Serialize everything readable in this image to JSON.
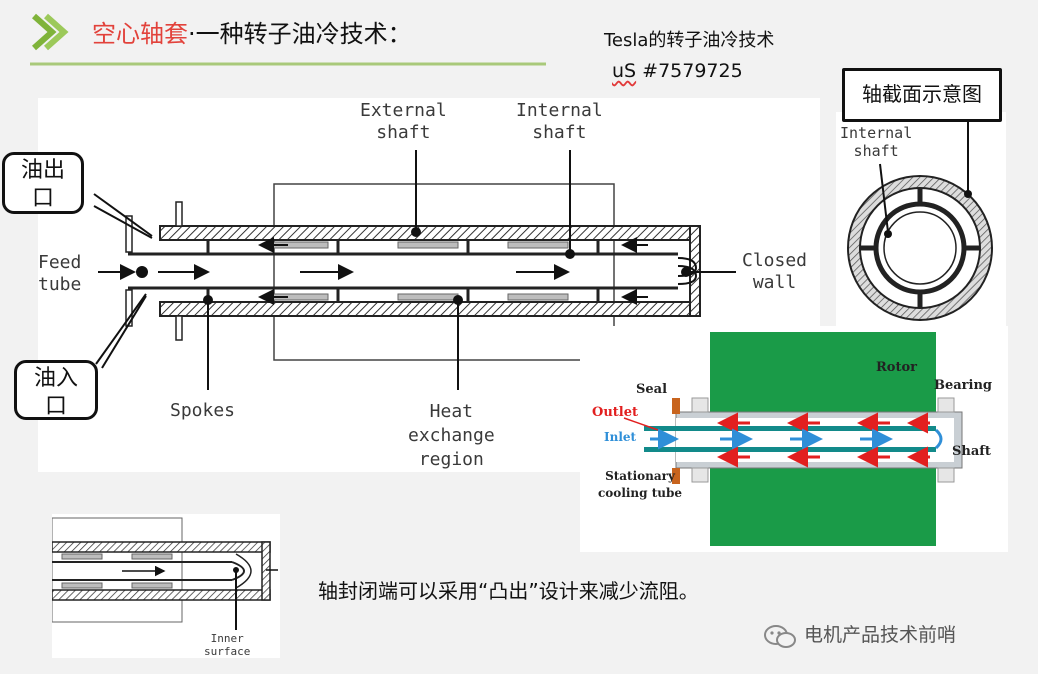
{
  "title": {
    "highlight": "空心轴套",
    "rest": "·一种转子油冷技术："
  },
  "tesla_title": "Tesla的转子油冷技术",
  "patent": {
    "prefix": "uS",
    "number": "#7579725"
  },
  "main_diagram": {
    "external_shaft_line1": "External",
    "external_shaft_line2": "shaft",
    "internal_shaft_line1": "Internal",
    "internal_shaft_line2": "shaft",
    "feed_tube_line1": "Feed",
    "feed_tube_line2": "tube",
    "closed_wall_line1": "Closed",
    "closed_wall_line2": "wall",
    "spokes": "Spokes",
    "heat_line1": "Heat",
    "heat_line2": "exchange",
    "heat_line3": "region",
    "oil_outlet_line1": "油出",
    "oil_outlet_line2": "口",
    "oil_inlet_line1": "油入",
    "oil_inlet_line2": "口"
  },
  "cross_section": {
    "callout": "轴截面示意图",
    "internal_line1": "Internal",
    "internal_line2": "shaft"
  },
  "color_diagram": {
    "rotor": "Rotor",
    "bearing": "Bearing",
    "seal": "Seal",
    "outlet": "Outlet",
    "inlet": "Inlet",
    "shaft": "Shaft",
    "stationary_line1": "Stationary",
    "stationary_line2": "cooling tube",
    "colors": {
      "rotor": "#1a9b48",
      "outlet": "#e21f1f",
      "inlet": "#2f8fd8",
      "tube": "#128a8a",
      "seal": "#c8641e"
    }
  },
  "small_diagram": {
    "inner_line1": "Inner",
    "inner_line2": "surface"
  },
  "caption": "轴封闭端可以采用“凸出”设计来减少流阻。",
  "watermark": "电机产品技术前哨"
}
